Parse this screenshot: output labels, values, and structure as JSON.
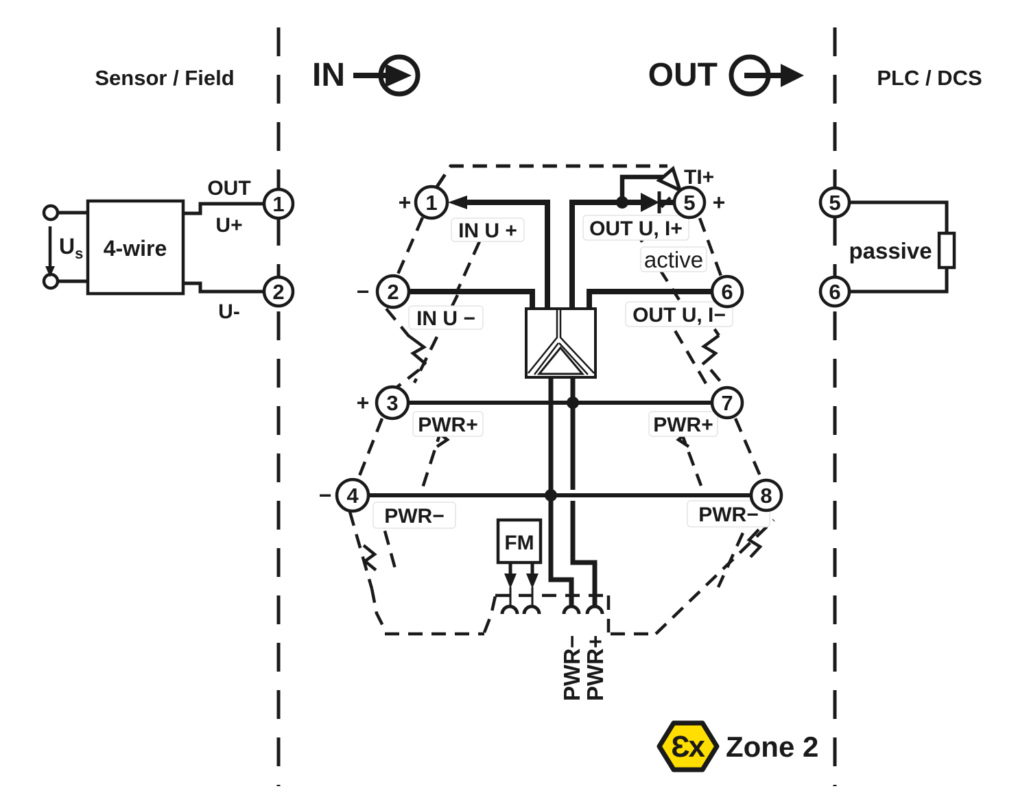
{
  "regions": {
    "sensor_field": "Sensor / Field",
    "in_label": "IN",
    "out_label": "OUT",
    "plc_dcs": "PLC / DCS"
  },
  "sensor_block": {
    "supply_label": "U",
    "supply_sub": "s",
    "box_label": "4-wire",
    "wire_out": "OUT",
    "wire_u_plus": "U+",
    "wire_u_minus": "U-"
  },
  "field_terminals": {
    "t1": "1",
    "t2": "2"
  },
  "device": {
    "t1": "1",
    "t2": "2",
    "t3": "3",
    "t4": "4",
    "t5": "5",
    "t6": "6",
    "t7": "7",
    "t8": "8",
    "sign_t1": "+",
    "sign_t2": "−",
    "sign_t3": "+",
    "sign_t4": "−",
    "sign_t5": "+",
    "in_u_plus": "IN U +",
    "in_u_minus": "IN U −",
    "out_u_i_plus": "OUT U, I+",
    "out_u_i_minus": "OUT U, I−",
    "ti_plus": "TI+",
    "active": "active",
    "pwr_plus_left": "PWR+",
    "pwr_plus_right": "PWR+",
    "pwr_minus_left": "PWR−",
    "pwr_minus_right": "PWR−",
    "fm_label": "FM",
    "bottom_pwr_minus": "PWR−",
    "bottom_pwr_plus": "PWR+"
  },
  "plc": {
    "t5": "5",
    "t6": "6",
    "load_label": "passive"
  },
  "ex_zone": {
    "symbol": "Ɛx",
    "label": "Zone 2"
  },
  "colors": {
    "ink": "#1a1a1a",
    "ex_yellow": "#FFDE00"
  }
}
